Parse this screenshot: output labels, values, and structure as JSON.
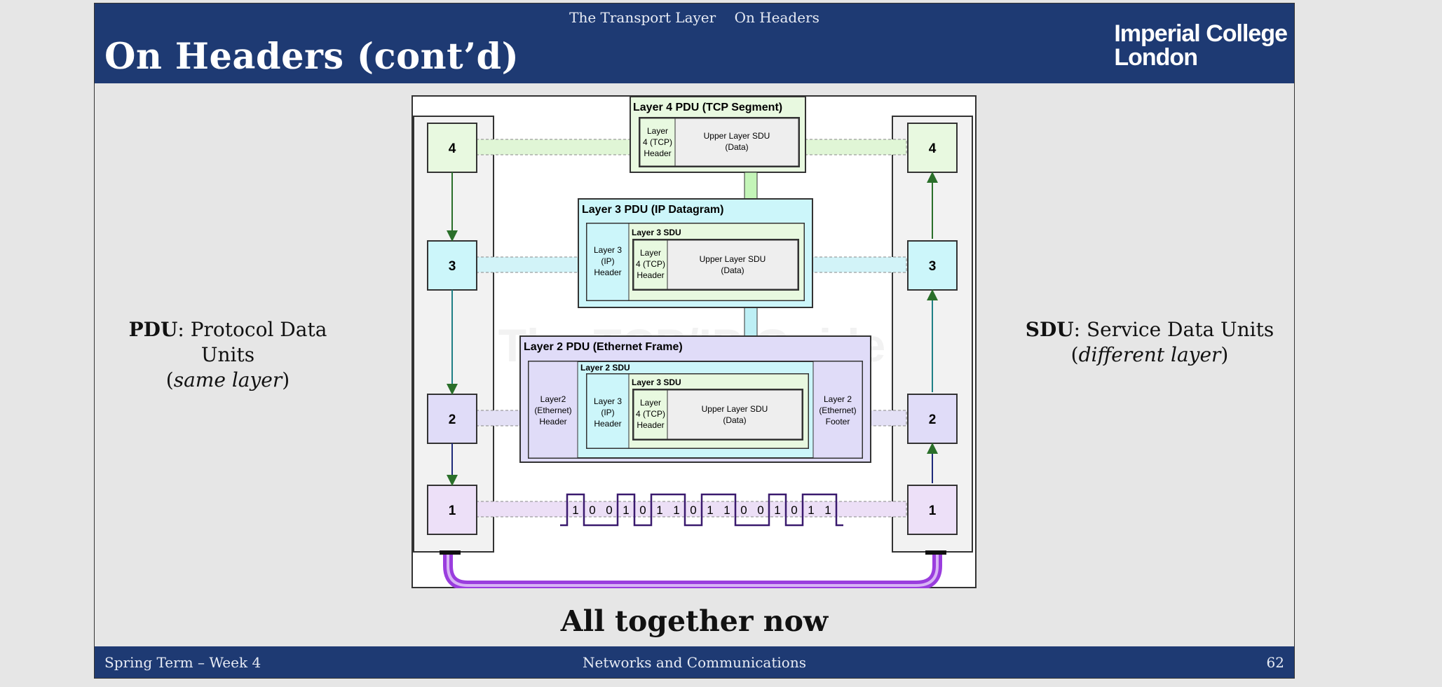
{
  "header": {
    "section": "The Transport Layer",
    "subsection": "On Headers",
    "title": "On Headers (cont’d)",
    "logo_line1": "Imperial College",
    "logo_line2": "London"
  },
  "left_note": {
    "term": "PDU",
    "rest": ": Protocol Data Units",
    "sub": "same layer"
  },
  "right_note": {
    "term": "SDU",
    "rest": ": Service Data Units",
    "sub": "different layer"
  },
  "diagram": {
    "watermark": "The TCP/IP Guide",
    "layer_numbers": [
      "4",
      "3",
      "2",
      "1"
    ],
    "l4_title": "Layer 4 PDU (TCP Segment)",
    "l3_title": "Layer 3 PDU (IP Datagram)",
    "l2_title": "Layer 2 PDU (Ethernet Frame)",
    "l3_sdu": "Layer 3 SDU",
    "l2_sdu": "Layer 2 SDU",
    "tcp_header": [
      "Layer",
      "4 (TCP)",
      "Header"
    ],
    "ip_header": [
      "Layer 3",
      "(IP)",
      "Header"
    ],
    "eth_header": [
      "Layer2",
      "(Ethernet)",
      "Header"
    ],
    "eth_footer": [
      "Layer 2",
      "(Ethernet)",
      "Footer"
    ],
    "data": [
      "Upper Layer SDU",
      "(Data)"
    ],
    "bits": [
      "1",
      "0",
      "0",
      "1",
      "0",
      "1",
      "1",
      "0",
      "1",
      "1",
      "0",
      "0",
      "1",
      "0",
      "1",
      "1"
    ],
    "colors": {
      "l4": "#e8f9e0",
      "l3": "#ccf6fa",
      "l2": "#e0dcf8",
      "l1": "#ede0f8",
      "data": "#eeeeee",
      "cable": "#9a3dde"
    }
  },
  "caption": "All together now",
  "footer": {
    "left": "Spring Term – Week 4",
    "center": "Networks and Communications",
    "page": "62"
  }
}
